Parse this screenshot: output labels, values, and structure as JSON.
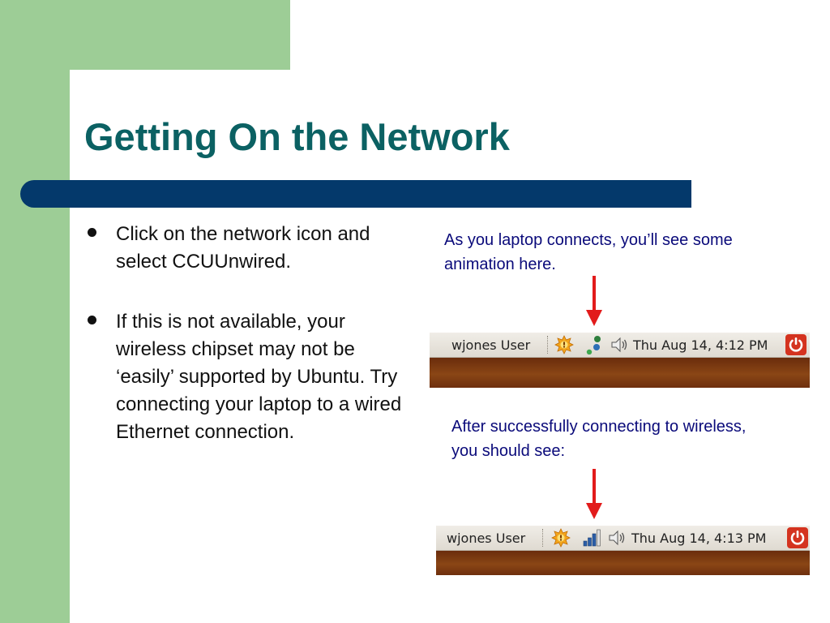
{
  "slide": {
    "title": "Getting On the Network",
    "bullets": [
      "Click on the network icon and select CCUUnwired.",
      "If this is not available, your wireless chipset may not be ‘easily’ supported by Ubuntu. Try connecting your laptop to a wired Ethernet connection."
    ],
    "note_connecting": "As you laptop connects, you’ll see some animation here.",
    "note_connected": "After successfully connecting to wireless, you should see:"
  },
  "panel_connecting": {
    "user": "wjones User",
    "clock": "Thu Aug 14,  4:12 PM",
    "icons": [
      "update-notifier-icon",
      "network-connecting-icon",
      "volume-icon",
      "power-icon"
    ]
  },
  "panel_connected": {
    "user": "wjones User",
    "clock": "Thu Aug 14,  4:13 PM",
    "icons": [
      "update-notifier-icon",
      "wireless-signal-icon",
      "volume-icon",
      "power-icon"
    ]
  },
  "colors": {
    "accent_green": "#9dcd96",
    "title_teal": "#0b6163",
    "bar_navy": "#04396b",
    "note_blue": "#0a0a7a",
    "arrow_red": "#e21b1b"
  }
}
